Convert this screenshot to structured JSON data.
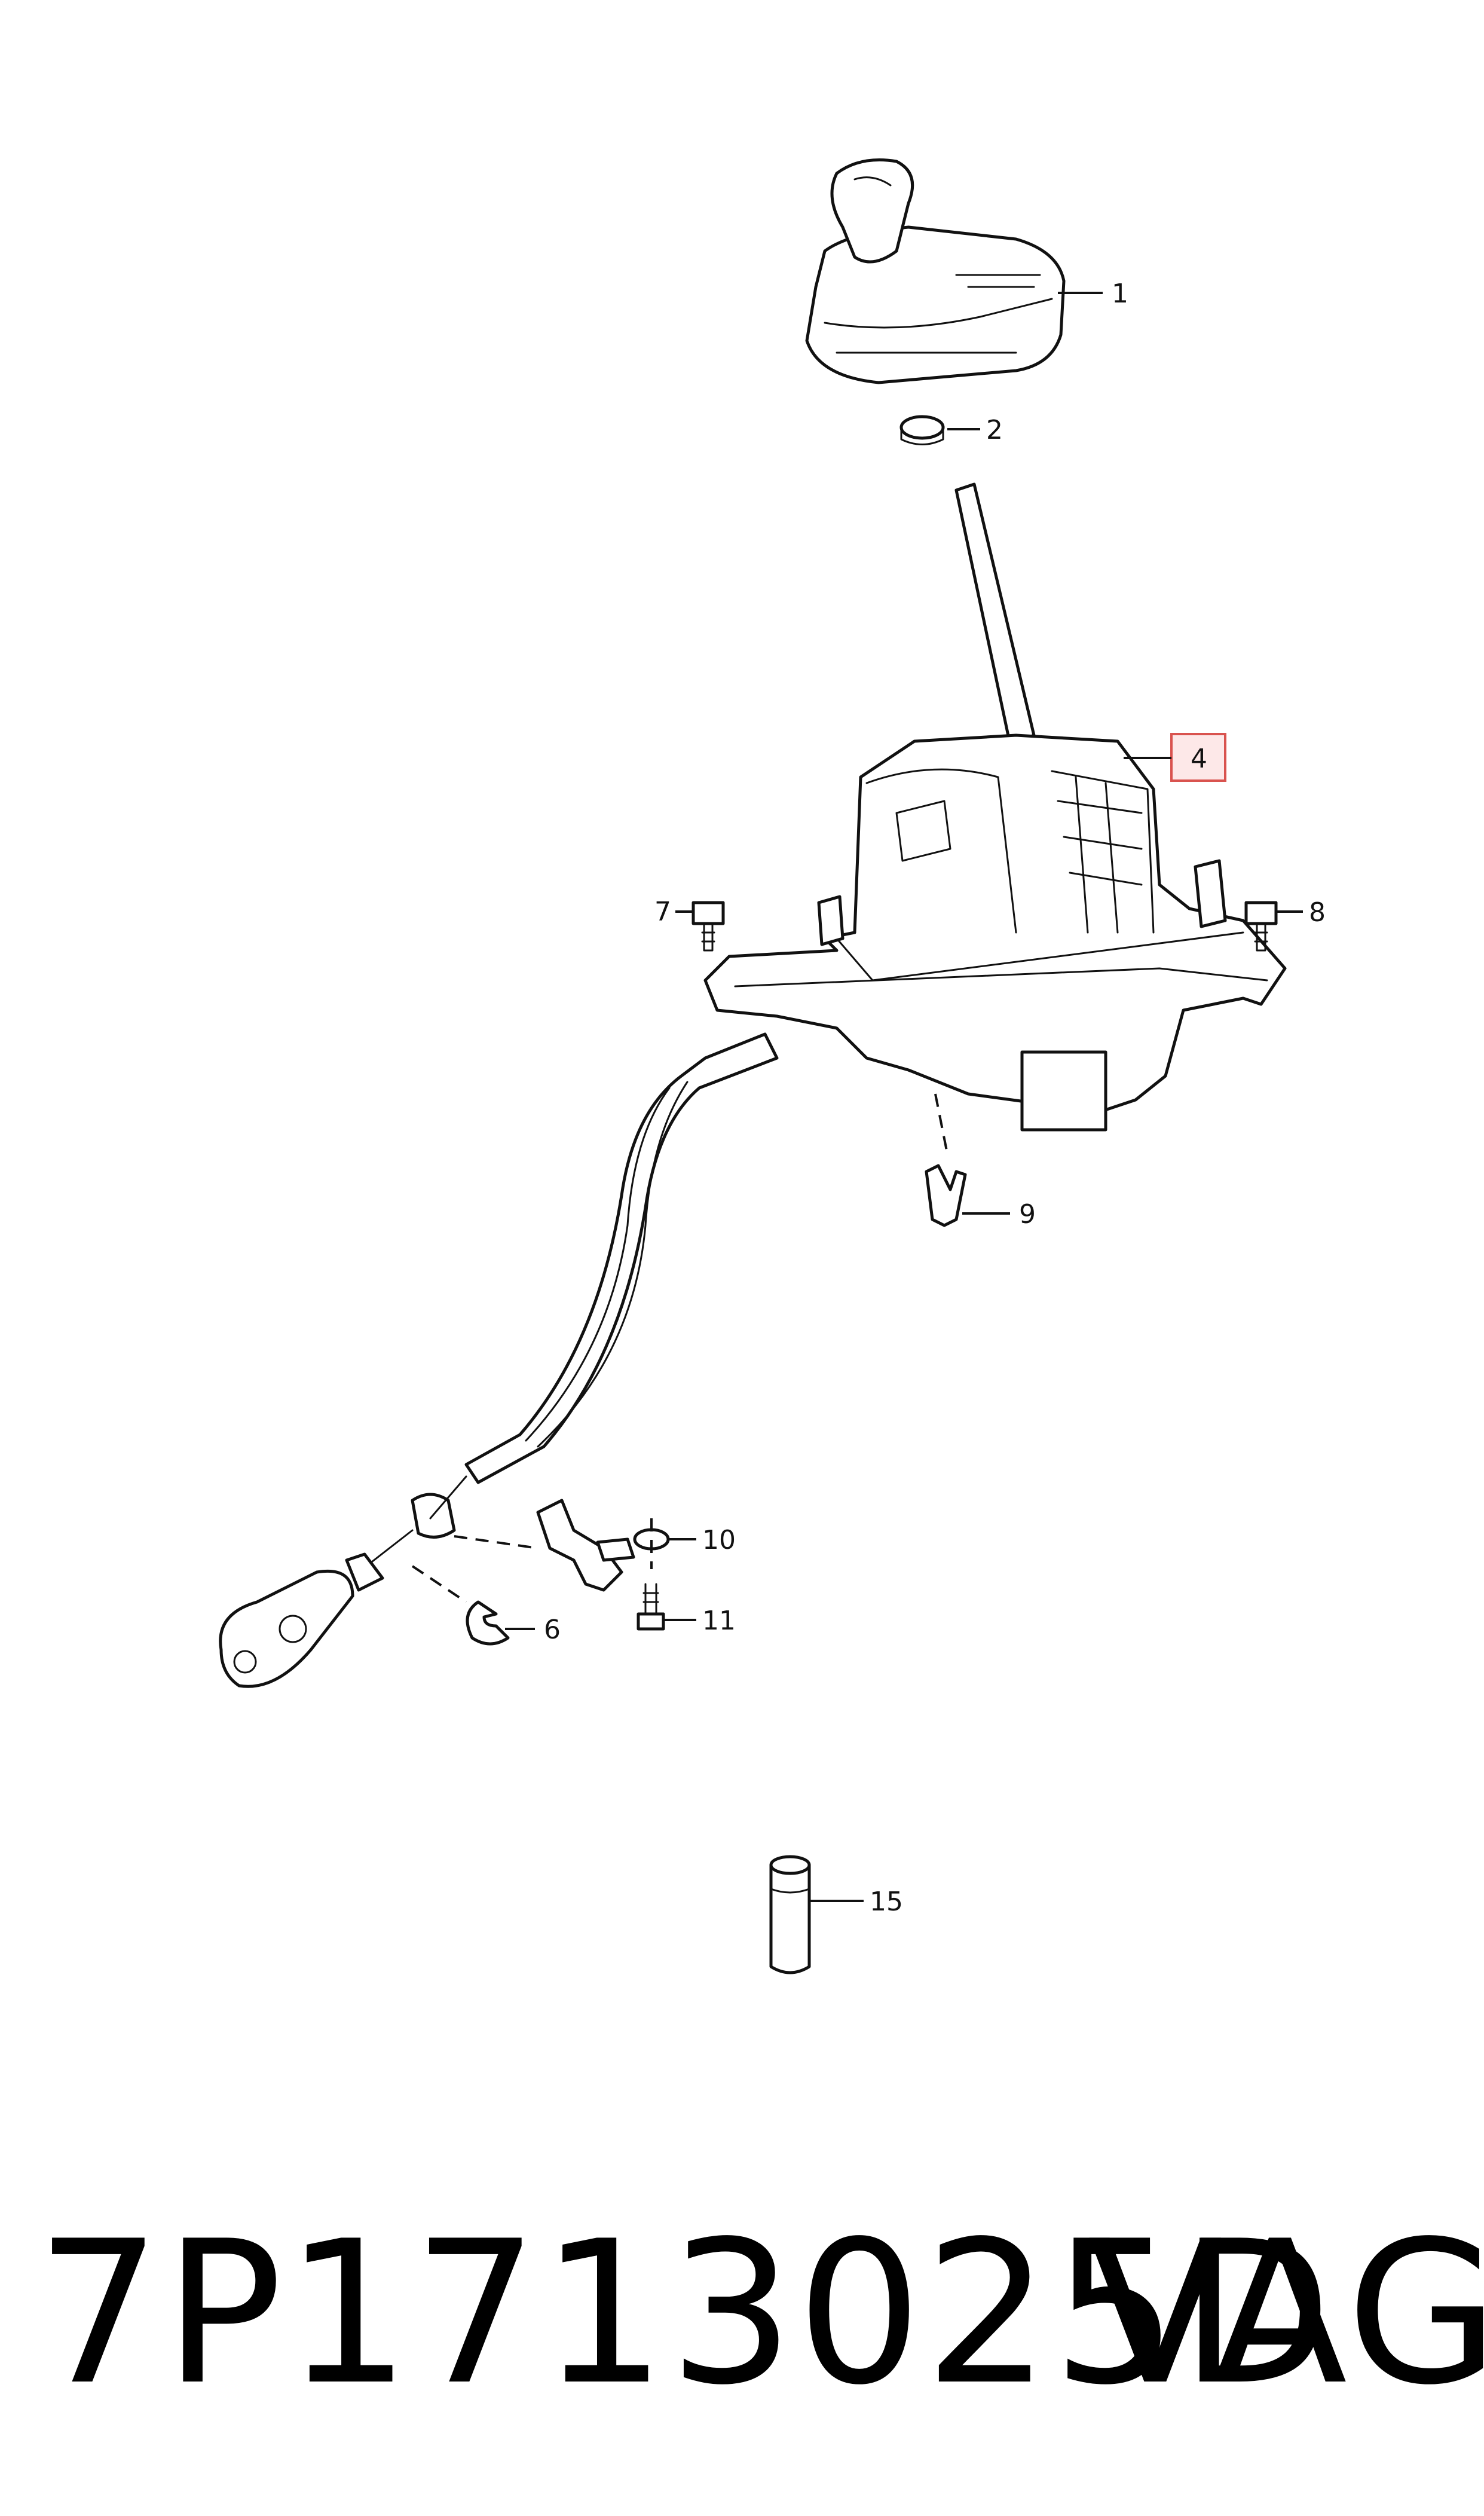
{
  "callouts": {
    "c1": "1",
    "c2": "2",
    "c4": "4",
    "c6": "6",
    "c7": "7",
    "c8": "8",
    "c9": "9",
    "c10": "10",
    "c11": "11",
    "c15": "15"
  },
  "highlight_color": "#d9534f",
  "footer": {
    "part_number": "7P1713025D",
    "brand": "VAG"
  }
}
